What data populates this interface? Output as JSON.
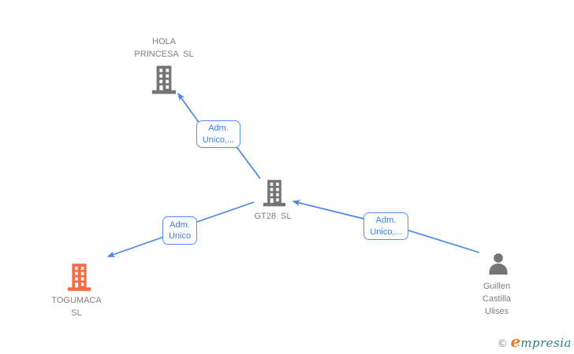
{
  "diagram_type": "company-relationship-graph",
  "background": "#ffffff",
  "nodes": {
    "hola_princesa": {
      "type": "company",
      "icon": "building-icon",
      "icon_color": "#757575",
      "label_lines": [
        "HOLA",
        "PRINCESA SL"
      ]
    },
    "gt28": {
      "type": "company",
      "icon": "building-icon",
      "icon_color": "#757575",
      "label_lines": [
        "GT28 SL"
      ]
    },
    "togumaca": {
      "type": "company",
      "icon": "building-icon",
      "icon_color": "#fa6a42",
      "label_lines": [
        "TOGUMACA",
        "SL"
      ],
      "highlighted": true
    },
    "guillen": {
      "type": "person",
      "icon": "person-icon",
      "icon_color": "#757575",
      "label_lines": [
        "Guillen",
        "Castilla",
        "Ulises"
      ]
    }
  },
  "edges": [
    {
      "from": "gt28",
      "to": "hola_princesa",
      "label_lines": [
        "Adm.",
        "Unico,..."
      ]
    },
    {
      "from": "gt28",
      "to": "togumaca",
      "label_lines": [
        "Adm.",
        "Unico"
      ]
    },
    {
      "from": "guillen",
      "to": "gt28",
      "label_lines": [
        "Adm.",
        "Unico,..."
      ]
    }
  ],
  "watermark": {
    "copyright_symbol": "©",
    "brand_initial": "e",
    "brand_rest": "mpresia"
  },
  "colors": {
    "edge_blue": "#4a86e8",
    "edge_label_border": "#5b8dee",
    "edge_label_text": "#3d7de4",
    "node_icon_gray": "#757575",
    "node_label_gray": "#7f7f7f",
    "highlight_orange": "#fa6a42",
    "logo_orange": "#ef7d26",
    "logo_teal": "#2c7f8e",
    "logo_copyright": "#527f92"
  }
}
